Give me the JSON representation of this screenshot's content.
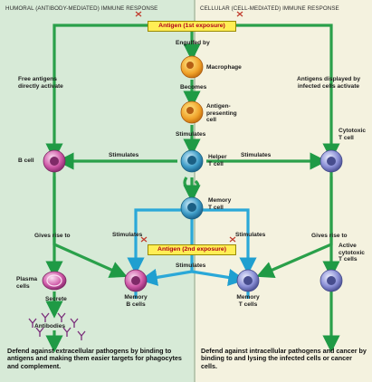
{
  "headers": {
    "humoral": "HUMORAL (ANTIBODY-MEDIATED) IMMUNE RESPONSE",
    "cellular": "CELLULAR (CELL-MEDIATED) IMMUNE RESPONSE"
  },
  "antigen_first": "Antigen (1st exposure)",
  "antigen_second": "Antigen (2nd exposure)",
  "labels": {
    "engulfed_by": "Engulfed by",
    "macrophage": "Macrophage",
    "becomes": "Becomes",
    "apc": [
      "Antigen-",
      "presenting",
      "cell"
    ],
    "stimulates_top": "Stimulates",
    "helper": [
      "Helper",
      "T cell"
    ],
    "free_antigens": [
      "Free antigens",
      "directly activate"
    ],
    "antigens_displayed": [
      "Antigens displayed by",
      "infected cells activate"
    ],
    "b_cell": "B cell",
    "stimulates_left": "Stimulates",
    "stimulates_right": "Stimulates",
    "cytotoxic": [
      "Cytotoxic",
      "T cell"
    ],
    "memory_t_center": [
      "Memory",
      "T cell"
    ],
    "gives_rise_left": "Gives rise to",
    "gives_rise_right": "Gives rise to",
    "stimulates_mid_left": "Stimulates",
    "stimulates_mid_right": "Stimulates",
    "active_cytotoxic": [
      "Active",
      "cytotoxic",
      "T cells"
    ],
    "plasma": [
      "Plasma",
      "cells"
    ],
    "stimulates_bottom": "Stimulates",
    "memory_b": [
      "Memory",
      "B cells"
    ],
    "memory_t_bottom": [
      "Memory",
      "T cells"
    ],
    "secrete": "Secrete",
    "antibodies": "Antibodies"
  },
  "footer": {
    "left": "Defend against extracellular pathogens by binding to antigens and making them easier targets for phagocytes and complement.",
    "right": "Defend against intracellular pathogens and cancer by binding to and lysing the infected cells or cancer cells."
  },
  "colors": {
    "humoral_bg": "#d7ead7",
    "cellular_bg": "#f4f2df",
    "green_arrow": "#2aa04a",
    "blue_arrow": "#2aa8d8",
    "antigen_box": "#ffee55",
    "antigen_text": "#b0001a"
  }
}
